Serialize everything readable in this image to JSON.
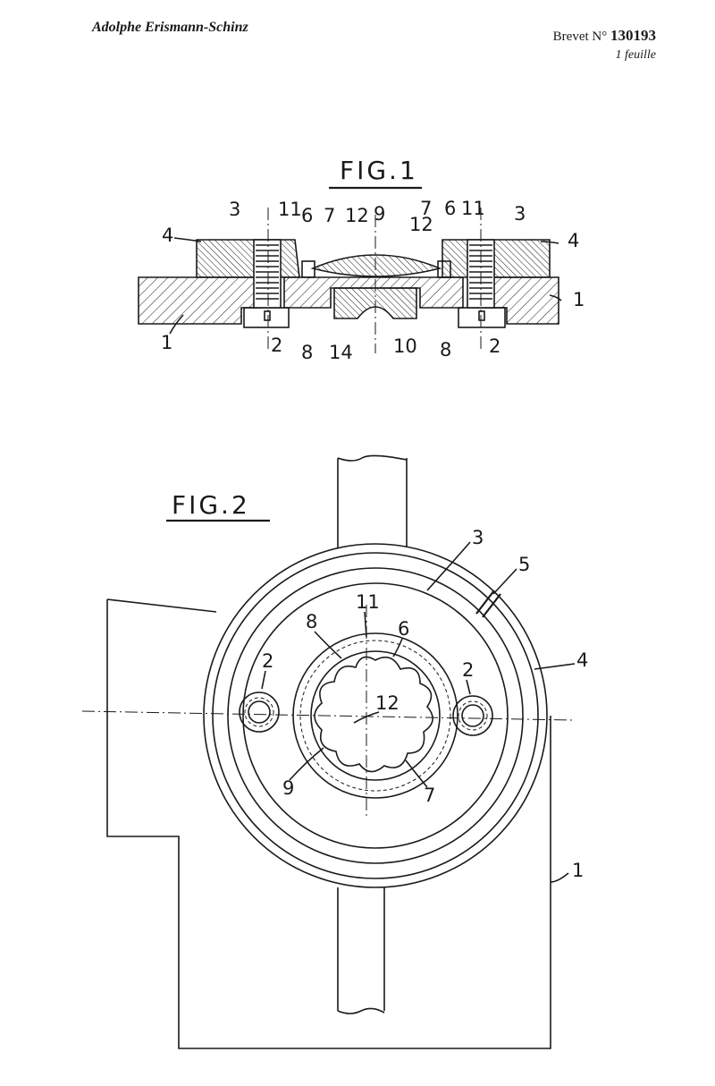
{
  "header": {
    "inventor": "Adolphe Erismann-Schinz",
    "brevet_prefix": "Brevet N°",
    "brevet_number": "130193",
    "sheet": "1 feuille"
  },
  "fig1": {
    "title": "FIG.1",
    "labels": {
      "l3a": "3",
      "l11a": "11",
      "l6a": "6",
      "l7a": "7",
      "l12a": "12",
      "l9": "9",
      "l12b": "12",
      "l7b": "7",
      "l6b": "6",
      "l11b": "11",
      "l3b": "3",
      "l4a": "4",
      "l4b": "4",
      "l1a": "1",
      "l1b": "1",
      "l2a": "2",
      "l8a": "8",
      "l14": "14",
      "l10": "10",
      "l8b": "8",
      "l2b": "2"
    }
  },
  "fig2": {
    "title": "FIG.2",
    "labels": {
      "l3": "3",
      "l5": "5",
      "l11": "11",
      "l8": "8",
      "l6": "6",
      "l2a": "2",
      "l2b": "2",
      "l4": "4",
      "l12": "12",
      "l9": "9",
      "l7": "7",
      "l1": "1"
    }
  }
}
